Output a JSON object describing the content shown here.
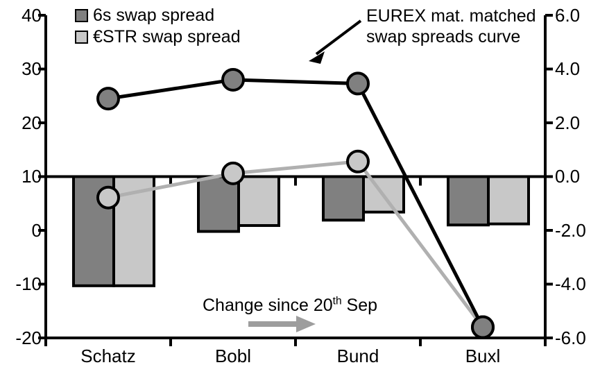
{
  "legend": {
    "items": [
      {
        "label": "6s swap spread",
        "color": "#808080",
        "name": "legend-6s-swap-spread"
      },
      {
        "label": "€STR swap spread",
        "color": "#c8c8c8",
        "name": "legend-estr-swap-spread"
      }
    ]
  },
  "annotations": {
    "curve_note_line1": "EUREX mat. matched",
    "curve_note_line2": "swap spreads curve",
    "change_note_prefix": "Change since 20",
    "change_note_sup": "th",
    "change_note_suffix": " Sep"
  },
  "chart_data": {
    "type": "bar",
    "title": "",
    "xlabel": "",
    "ylabel": "",
    "categories": [
      "Schatz",
      "Bobl",
      "Bund",
      "Buxl"
    ],
    "left_axis": {
      "ticks": [
        "40",
        "30",
        "20",
        "10",
        "0",
        "-10",
        "-20"
      ],
      "values": [
        40,
        30,
        20,
        10,
        0,
        -10,
        -20
      ],
      "ylim": [
        -20,
        40
      ],
      "applies_to": [
        "6s swap spread",
        "€STR swap spread"
      ]
    },
    "right_axis": {
      "ticks": [
        "6.0",
        "4.0",
        "2.0",
        "0.0",
        "-2.0",
        "-4.0",
        "-6.0"
      ],
      "values": [
        6.0,
        4.0,
        2.0,
        0.0,
        -2.0,
        -4.0,
        -6.0
      ],
      "ylim": [
        -6.0,
        6.0
      ],
      "applies_to": [
        "EUREX mat. matched swap spreads curve",
        "change line"
      ]
    },
    "bar_baseline_left_value": 10,
    "series": [
      {
        "name": "6s swap spread",
        "kind": "bar",
        "axis": "left",
        "color": "#808080",
        "values": [
          -10.3,
          -0.2,
          1.9,
          1.0
        ]
      },
      {
        "name": "€STR swap spread",
        "kind": "bar",
        "axis": "left",
        "color": "#c8c8c8",
        "values": [
          -10.3,
          0.9,
          3.4,
          1.2
        ]
      },
      {
        "name": "EUREX mat. matched swap spreads curve",
        "kind": "line",
        "axis": "left",
        "color": "#000000",
        "marker_fill": "#808080",
        "values": [
          24.5,
          28.0,
          27.3,
          -18.0
        ]
      },
      {
        "name": "Change since 20th Sep",
        "kind": "line",
        "axis": "left",
        "color": "#b0b0b0",
        "marker_fill": "#c8c8c8",
        "values": [
          6.1,
          10.6,
          12.8,
          -18.0
        ]
      }
    ],
    "grid": false,
    "legend_position": "top-left"
  },
  "colors": {
    "dark_bar": "#808080",
    "light_bar": "#c8c8c8",
    "black_line": "#000000",
    "grey_line": "#b0b0b0",
    "axis": "#000000"
  }
}
